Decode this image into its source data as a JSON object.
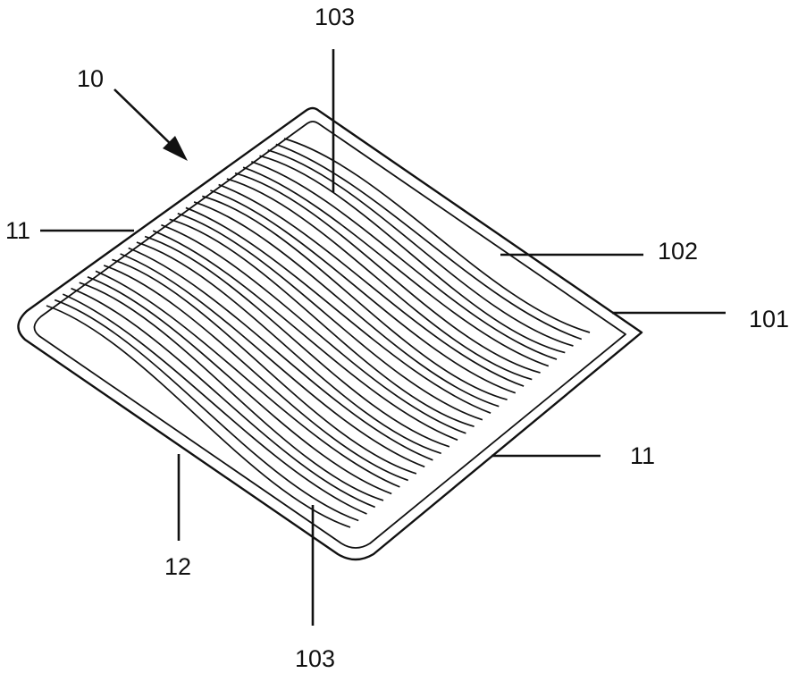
{
  "figure": {
    "labels": {
      "assembly": "10",
      "edge_upper_left": "11",
      "edge_lower_right": "11",
      "side_bottom_left": "12",
      "texture_top": "103",
      "texture_bottom": "103",
      "surface": "102",
      "rim": "101"
    },
    "colors": {
      "ink": "#111111",
      "paper": "#ffffff"
    },
    "fiber_count": 30
  }
}
